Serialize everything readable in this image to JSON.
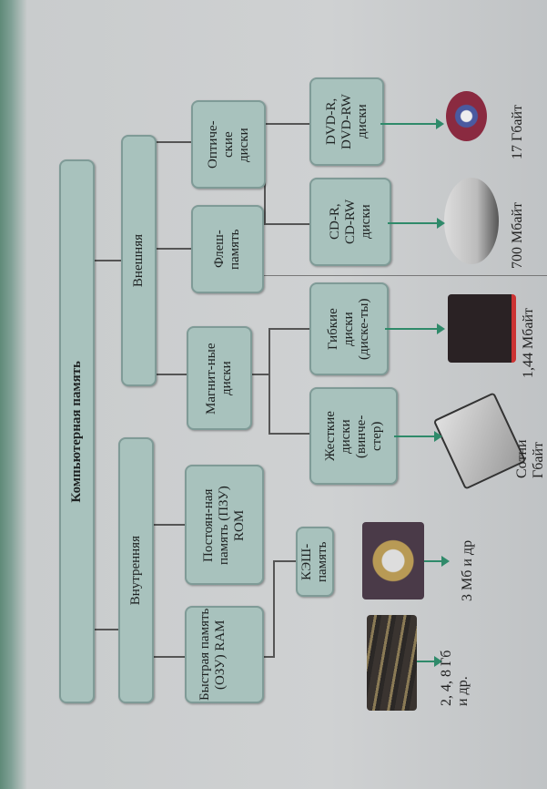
{
  "root": "Компьютерная память",
  "internal": "Внутренняя",
  "external": "Внешняя",
  "ram": "Быстрая память (ОЗУ) RAM",
  "rom": "Постоян-ная память (ПЗУ) ROM",
  "magnetic": "Магнит-ные диски",
  "flash": "Флеш-память",
  "optical": "Оптиче-ские диски",
  "cache": "КЭШ-память",
  "hdd": "Жесткие диски (винче-стер)",
  "floppy": "Гибкие диски (диске-ты)",
  "cd": "CD-R, CD-RW диски",
  "dvd": "DVD-R, DVD-RW диски",
  "labels": {
    "ram": "2, 4, 8 Гб\nи др.",
    "cache": "3 Мб и др",
    "hdd": "Сотни\nГбайт",
    "floppy": "1,44 Мбайт",
    "cd": "700 Мбайт",
    "dvd": "17 Гбайт"
  }
}
